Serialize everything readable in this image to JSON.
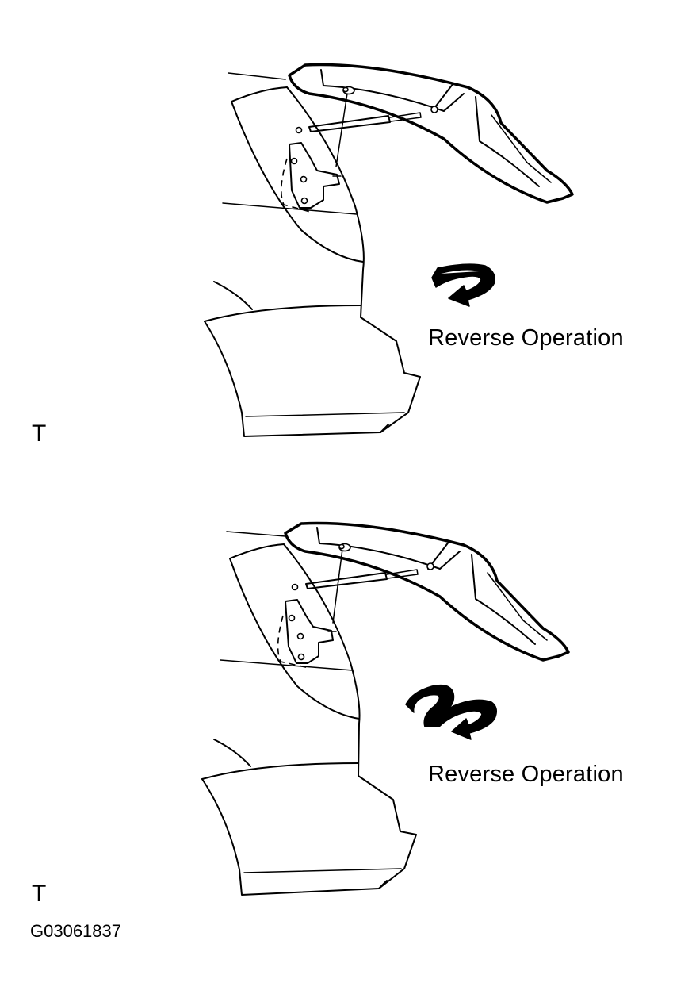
{
  "panels": [
    {
      "id": "top",
      "caption": "Reverse Operation",
      "marker": "T",
      "arrow_icon": "single-twist-arrow-icon"
    },
    {
      "id": "bottom",
      "caption": "Reverse Operation",
      "marker": "T",
      "arrow_icon": "double-twist-arrow-icon"
    }
  ],
  "figure_id": "G03061837",
  "colors": {
    "line": "#000000",
    "background": "#ffffff"
  }
}
